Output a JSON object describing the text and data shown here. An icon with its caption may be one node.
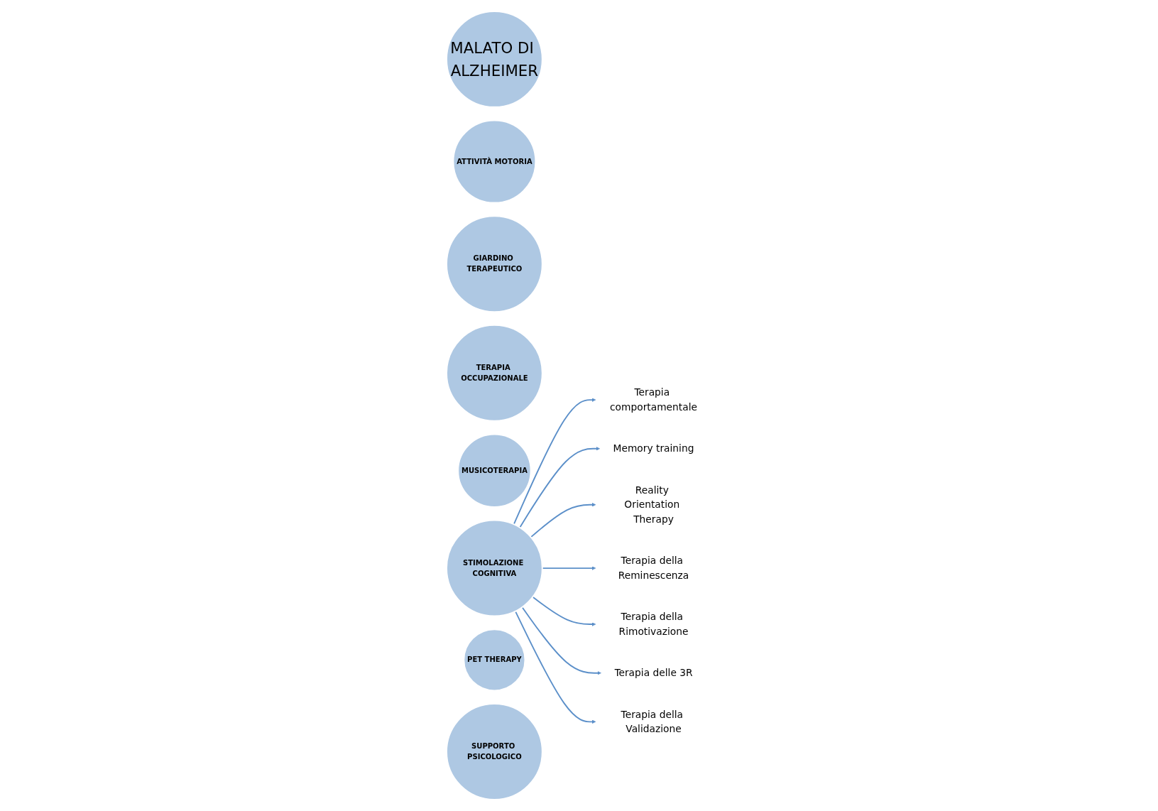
{
  "diagram": {
    "nodes": [
      {
        "text": [
          "MALATO DI ALZHEIMER"
        ]
      },
      {
        "text": [
          "ATTIVITÀ MOTORIA"
        ]
      },
      {
        "text": [
          "GIARDINO TERAPEUTICO"
        ]
      },
      {
        "text": [
          "TERAPIA OCCUPAZIONALE"
        ]
      },
      {
        "text": [
          "MUSICOTERAPIA"
        ]
      },
      {
        "text": [
          "STIMOLAZIONE COGNITIVA"
        ]
      },
      {
        "text": [
          "PET THERAPY"
        ]
      },
      {
        "text": [
          "SUPPORTO PSICOLOGICO"
        ]
      },
      {
        "text": [
          "Terapia comportamentale"
        ]
      },
      {
        "text": [
          "Memory training"
        ]
      },
      {
        "text": [
          "Reality Orientation Therapy"
        ]
      },
      {
        "text": [
          "Terapia della Reminescenza"
        ]
      },
      {
        "text": [
          "Terapia della Rimotivazione"
        ]
      },
      {
        "text": [
          "Terapia delle 3R"
        ]
      },
      {
        "text": [
          "Terapia della Validazione"
        ]
      }
    ],
    "edges": [
      {
        "from": 5,
        "to": 8,
        "arrow": "to"
      },
      {
        "from": 5,
        "to": 9,
        "arrow": "to"
      },
      {
        "from": 5,
        "to": 10,
        "arrow": "to"
      },
      {
        "from": 5,
        "to": 11,
        "arrow": "to"
      },
      {
        "from": 5,
        "to": 12,
        "arrow": "to"
      },
      {
        "from": 5,
        "to": 13,
        "arrow": "to"
      },
      {
        "from": 5,
        "to": 14,
        "arrow": "to"
      }
    ]
  }
}
